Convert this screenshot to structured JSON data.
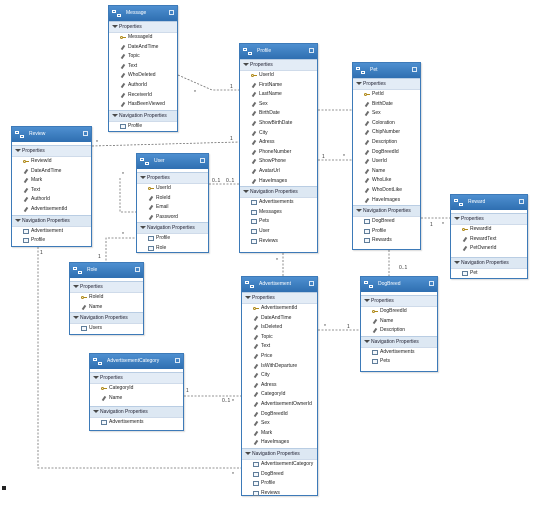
{
  "sections": {
    "properties": "Properties",
    "navigation": "Navigation Properties"
  },
  "entities": [
    {
      "name": "Message",
      "keys": [
        "MessageId"
      ],
      "props": [
        "DateAndTime",
        "Topic",
        "Text",
        "WhoDeleted",
        "AuthorId",
        "ReceiverId",
        "HasBeenViewed"
      ],
      "nav": [
        "Profile"
      ]
    },
    {
      "name": "Profile",
      "keys": [
        "UserId"
      ],
      "props": [
        "FirstName",
        "LastName",
        "Sex",
        "BirthDate",
        "ShowBirthDate",
        "City",
        "Adress",
        "PhoneNumber",
        "ShowPhone",
        "AvatarUrl",
        "HaveImages"
      ],
      "nav": [
        "Advertisements",
        "Messages",
        "Pets",
        "User",
        "Reviews"
      ]
    },
    {
      "name": "Pet",
      "keys": [
        "PetId"
      ],
      "props": [
        "BirthDate",
        "Sex",
        "Coloration",
        "ChipNumber",
        "Description",
        "DogBreedId",
        "UserId",
        "Name",
        "WhoLike",
        "WhoDontLike",
        "HaveImages"
      ],
      "nav": [
        "DogBreed",
        "Profile",
        "Rewards"
      ]
    },
    {
      "name": "Review",
      "keys": [
        "ReviewId"
      ],
      "props": [
        "DateAndTime",
        "Mark",
        "Text",
        "AuthorId",
        "AdvertisementId"
      ],
      "nav": [
        "Advertisement",
        "Profile"
      ]
    },
    {
      "name": "User",
      "keys": [
        "UserId"
      ],
      "props": [
        "RoleId",
        "Email",
        "Password"
      ],
      "nav": [
        "Profile",
        "Role"
      ]
    },
    {
      "name": "Reward",
      "keys": [
        "RewardId"
      ],
      "props": [
        "RewardText",
        "PetOwnerId"
      ],
      "nav": [
        "Pet"
      ]
    },
    {
      "name": "Role",
      "keys": [
        "RoleId"
      ],
      "props": [
        "Name"
      ],
      "nav": [
        "Users"
      ]
    },
    {
      "name": "Advertisement",
      "keys": [
        "AdvertisementId"
      ],
      "props": [
        "DateAndTime",
        "IsDeleted",
        "Topic",
        "Text",
        "Price",
        "IsWithDeparture",
        "City",
        "Adress",
        "CategoryId",
        "AdvertisementOwnerId",
        "DogBreedId",
        "Sex",
        "Mark",
        "HaveImages"
      ],
      "nav": [
        "AdvertisementCategory",
        "DogBreed",
        "Profile",
        "Reviews"
      ]
    },
    {
      "name": "DogBreed",
      "keys": [
        "DogBreedId"
      ],
      "props": [
        "Name",
        "Description"
      ],
      "nav": [
        "Advertisements",
        "Pets"
      ]
    },
    {
      "name": "AdvertisementCategory",
      "keys": [
        "CategoryId"
      ],
      "props": [
        "Name"
      ],
      "nav": [
        "Advertisements"
      ]
    }
  ],
  "multiplicities": [
    "1",
    "*",
    "1",
    "0..1",
    "0..1",
    "*",
    "*",
    "1",
    "1",
    "*",
    "0..1",
    "*",
    "*",
    "1",
    "1",
    "*",
    "*",
    "1",
    "0..1",
    "*",
    "1",
    "*"
  ]
}
